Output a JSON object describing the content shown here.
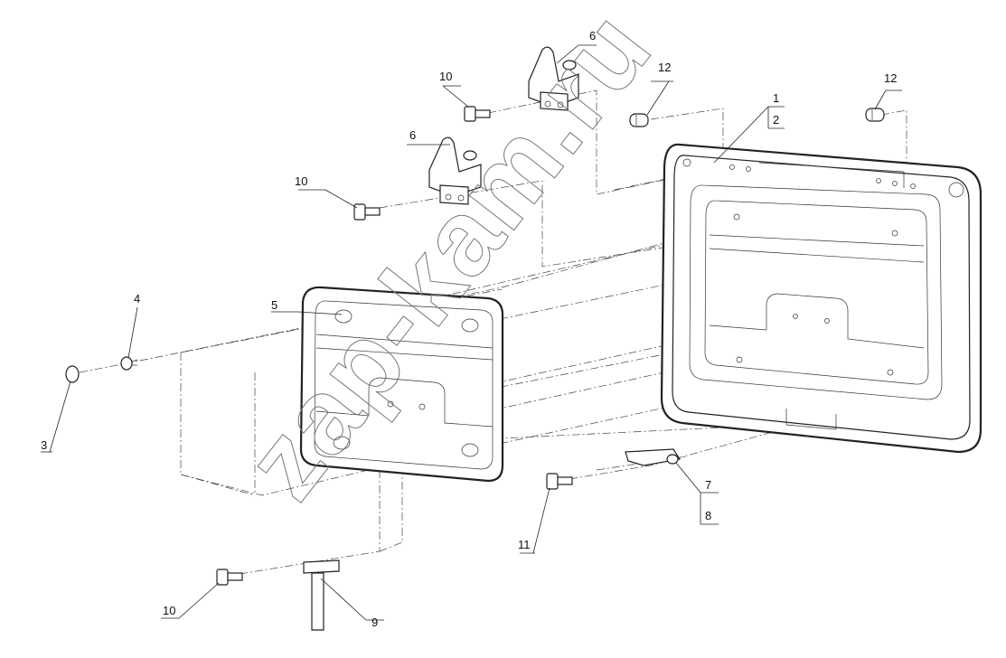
{
  "diagram": {
    "watermark": "zap-kam.ru",
    "callouts": {
      "c1": "1",
      "c2": "2",
      "c3": "3",
      "c4": "4",
      "c5": "5",
      "c6a": "6",
      "c6b": "6",
      "c7": "7",
      "c8": "8",
      "c9": "9",
      "c10a": "10",
      "c10b": "10",
      "c10c": "10",
      "c11": "11",
      "c12a": "12",
      "c12b": "12"
    }
  }
}
